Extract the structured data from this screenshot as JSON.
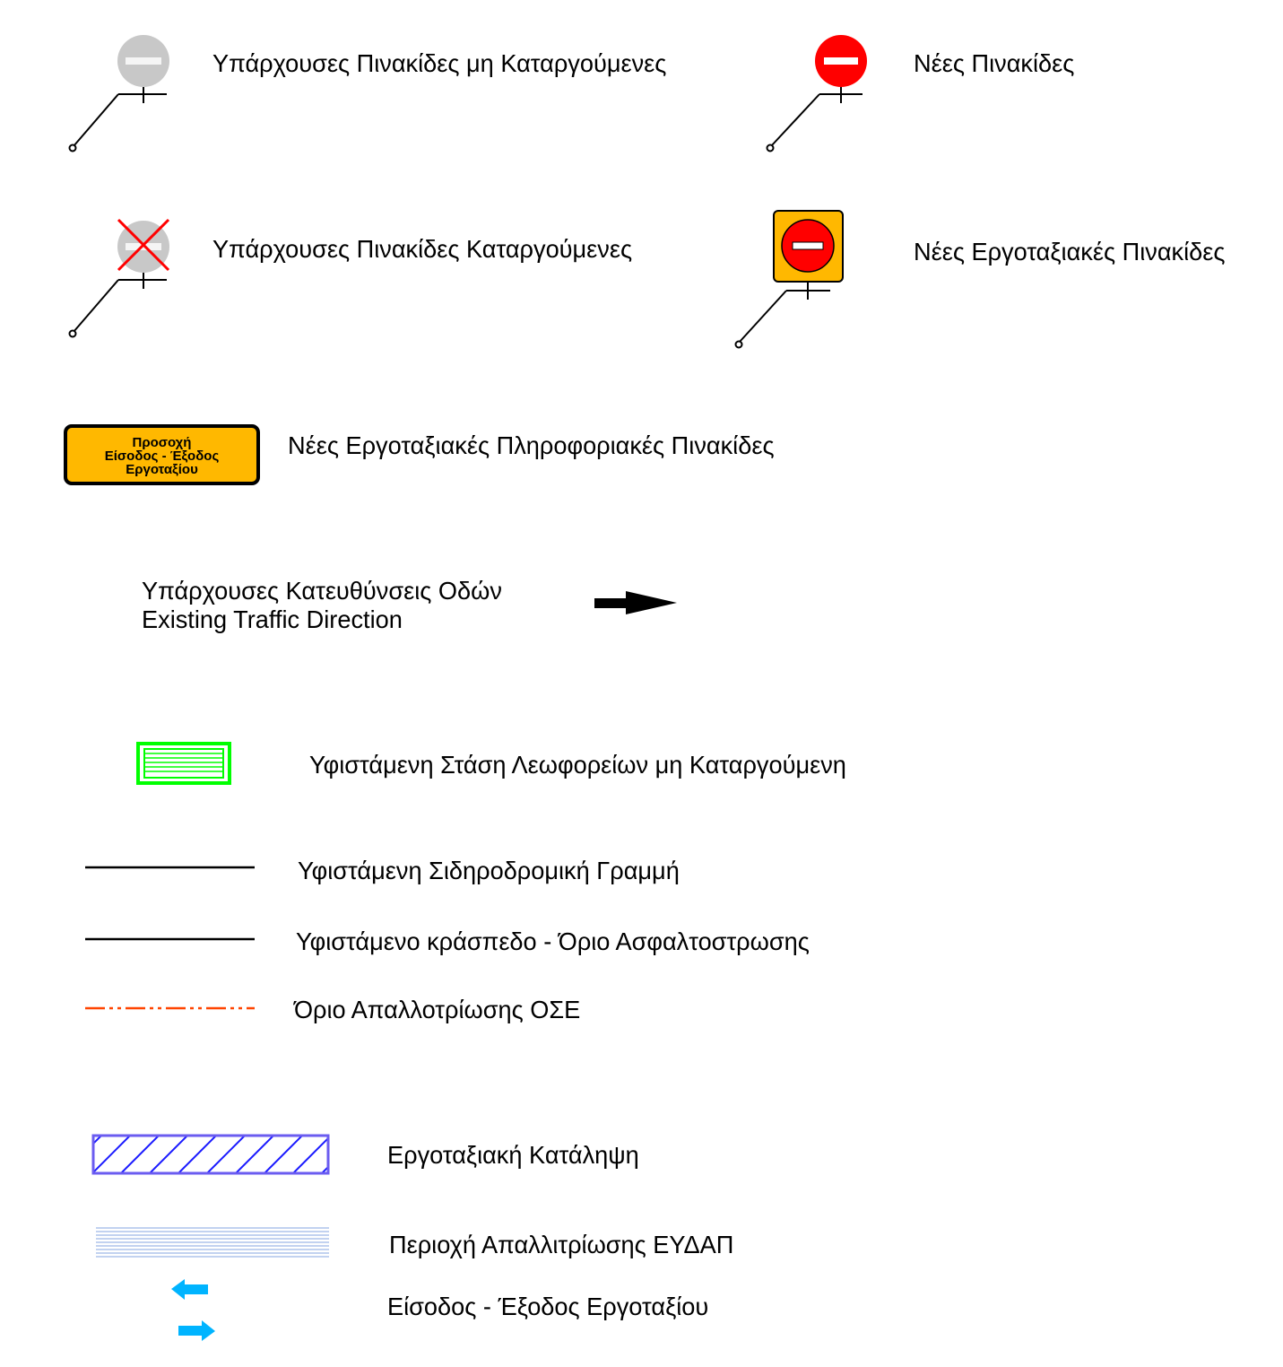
{
  "legend": {
    "existing_signs_kept": "Υπάρχουσες Πινακίδες μη Καταργούμενες",
    "new_signs": "Νέες Πινακίδες",
    "existing_signs_removed": "Υπάρχουσες Πινακίδες Καταργούμενες",
    "new_site_signs": "Νέες Εργοταξιακές Πινακίδες",
    "new_site_info_signs": "Νέες Εργοταξιακές Πληροφοριακές Πινακίδες",
    "info_sign_text": [
      "Προσοχή",
      "Είσοδος - Έξοδος",
      "Εργοταξίου"
    ],
    "traffic_direction_gr": "Υπάρχουσες Κατευθύνσεις Οδών",
    "traffic_direction_en": "Existing Traffic Direction",
    "bus_stop": "Υφιστάμενη Στάση  Λεωφορείων μη Καταργούμενη",
    "railway_line": "Υφιστάμενη Σιδηροδρομική Γραμμή",
    "curb": "Υφιστάμενο κράσπεδο - Όριο Ασφαλτοστρωσης",
    "ose_boundary": "Όριο Απαλλοτρίωσης ΟΣΕ",
    "site_occupation": "Εργοταξιακή Κατάληψη",
    "eydap_area": "Περιοχή Απαλλιτρίωσης ΕΥΔΑΠ",
    "site_entry_exit": "Είσοδος -  Έξοδος Εργοταξίου"
  },
  "icons": {
    "existing_sign": "grey-no-entry-sign-icon",
    "new_sign": "red-no-entry-sign-icon",
    "removed_sign": "crossed-out-sign-icon",
    "site_sign": "yellow-board-no-entry-sign-icon",
    "traffic_arrow": "black-arrow-icon",
    "bus_stop": "green-hatched-rect-icon",
    "site_occupation": "blue-hatched-rect-icon",
    "eydap_area": "blue-lined-rect-icon",
    "entry_exit": "cyan-arrows-icon"
  },
  "colors": {
    "grey_sign": "#c8c8c8",
    "red_sign": "#ff0000",
    "cross": "#ff0000",
    "site_board": "#ffb800",
    "bus_stop_green": "#00ff00",
    "ose_line": "#ff4400",
    "occupation_blue": "#1a1aff",
    "occupation_border": "#6b5cf0",
    "eydap_lines": "#9db8e8",
    "entry_arrows": "#00b4ff"
  }
}
